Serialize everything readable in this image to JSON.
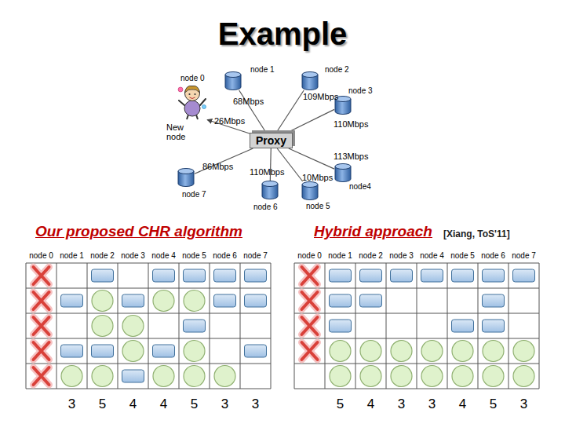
{
  "diagram": {
    "title": "Example",
    "nodes": [
      {
        "text": [
          "node 1"
        ]
      },
      {
        "text": [
          "node 2"
        ]
      },
      {
        "text": [
          "node 0",
          "New node"
        ]
      },
      {
        "text": [
          "node 3"
        ]
      },
      {
        "text": [
          "Proxy"
        ]
      },
      {
        "text": [
          "node4"
        ]
      },
      {
        "text": [
          "node 5"
        ]
      },
      {
        "text": [
          "node 6"
        ]
      },
      {
        "text": [
          "node 7"
        ]
      }
    ],
    "edges": [
      {
        "from": 4,
        "to": 0,
        "label": "68Mbps",
        "arrow": "none"
      },
      {
        "from": 4,
        "to": 1,
        "label": "109Mbps",
        "arrow": "none"
      },
      {
        "from": 4,
        "to": 3,
        "label": "110Mbps",
        "arrow": "none"
      },
      {
        "from": 4,
        "to": 2,
        "label": "26Mbps",
        "arrow": "to"
      },
      {
        "from": 4,
        "to": 5,
        "label": "113Mbps",
        "arrow": "none"
      },
      {
        "from": 4,
        "to": 6,
        "label": "10Mbps",
        "arrow": "none"
      },
      {
        "from": 4,
        "to": 7,
        "label": "110Mbps",
        "arrow": "none"
      },
      {
        "from": 4,
        "to": 8,
        "label": "86Mbps",
        "arrow": "none"
      }
    ],
    "labels": [
      "Our proposed CHR algorithm",
      "Hybrid approach",
      "[Xiang, ToS'11]",
      "node 0",
      "node 1",
      "node 2",
      "node 3",
      "node 4",
      "node 5",
      "node 6",
      "node 7",
      "node 0",
      "node 1",
      "node 2",
      "node 3",
      "node 4",
      "node 5",
      "node 6",
      "node 7",
      "3",
      "5",
      "4",
      "4",
      "5",
      "3",
      "3",
      "5",
      "4",
      "3",
      "3",
      "4",
      "5",
      "3"
    ]
  }
}
